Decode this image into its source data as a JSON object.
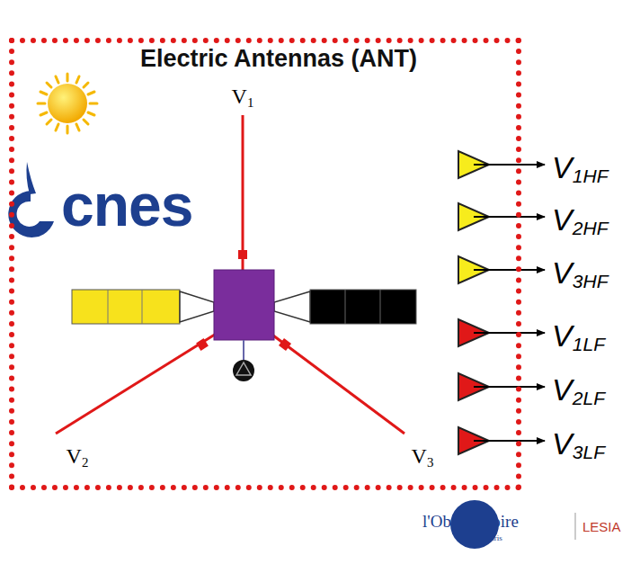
{
  "diagram": {
    "nodes": [
      {
        "text": [
          "Electric Antennas (ANT)"
        ]
      }
    ],
    "labels": [
      "V1",
      "V2",
      "V3",
      "V1HF",
      "V2HF",
      "V3HF",
      "V1LF",
      "V2LF",
      "V3LF",
      "cnes",
      "l'Observatoire",
      "de Paris",
      "LESIA"
    ]
  }
}
